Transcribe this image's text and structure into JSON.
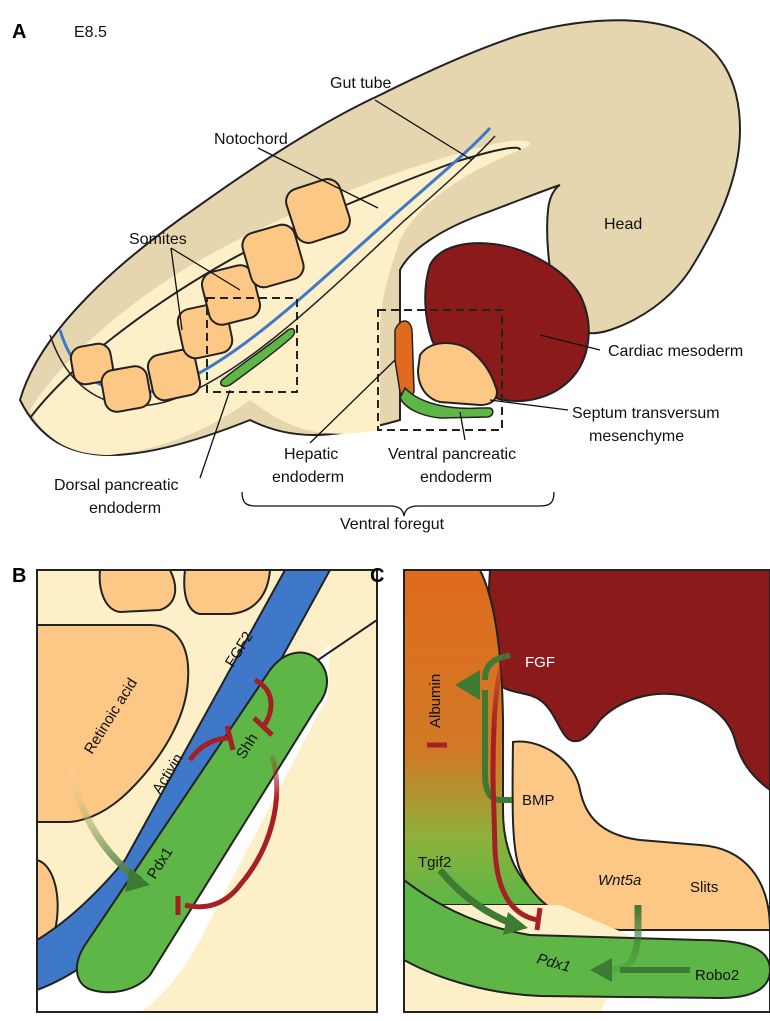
{
  "panel_a": {
    "letter": "A",
    "stage": "E8.5",
    "labels": {
      "gut_tube": "Gut tube",
      "notochord": "Notochord",
      "somites": "Somites",
      "head": "Head",
      "cardiac_mesoderm": "Cardiac mesoderm",
      "septum_line1": "Septum transversum",
      "septum_line2": "mesenchyme",
      "hepatic_line1": "Hepatic",
      "hepatic_line2": "endoderm",
      "ventral_panc_line1": "Ventral pancreatic",
      "ventral_panc_line2": "endoderm",
      "dorsal_panc_line1": "Dorsal pancreatic",
      "dorsal_panc_line2": "endoderm",
      "ventral_foregut": "Ventral foregut"
    }
  },
  "panel_b": {
    "letter": "B",
    "labels": {
      "retinoic_acid": "Retinoic acid",
      "activin": "Activin",
      "fgf2": "FGF2",
      "shh": "Shh",
      "pdx1": "Pdx1"
    }
  },
  "panel_c": {
    "letter": "C",
    "labels": {
      "fgf": "FGF",
      "albumin": "Albumin",
      "bmp": "BMP",
      "tgif2": "Tgif2",
      "wnt5a": "Wnt5a",
      "slits": "Slits",
      "pdx1": "Pdx1",
      "robo2": "Robo2"
    }
  },
  "colors": {
    "tissue_beige": "#e6d6b0",
    "endoderm_cream": "#fdf0c8",
    "somite_orange": "#fdc785",
    "cardiac_red": "#8b1a1a",
    "pancreatic_green": "#5db645",
    "hepatic_orange": "#e06b1e",
    "notochord_blue": "#3f78c8",
    "inhibition_red": "#a51f24",
    "activation_green": "#3f7a35"
  }
}
